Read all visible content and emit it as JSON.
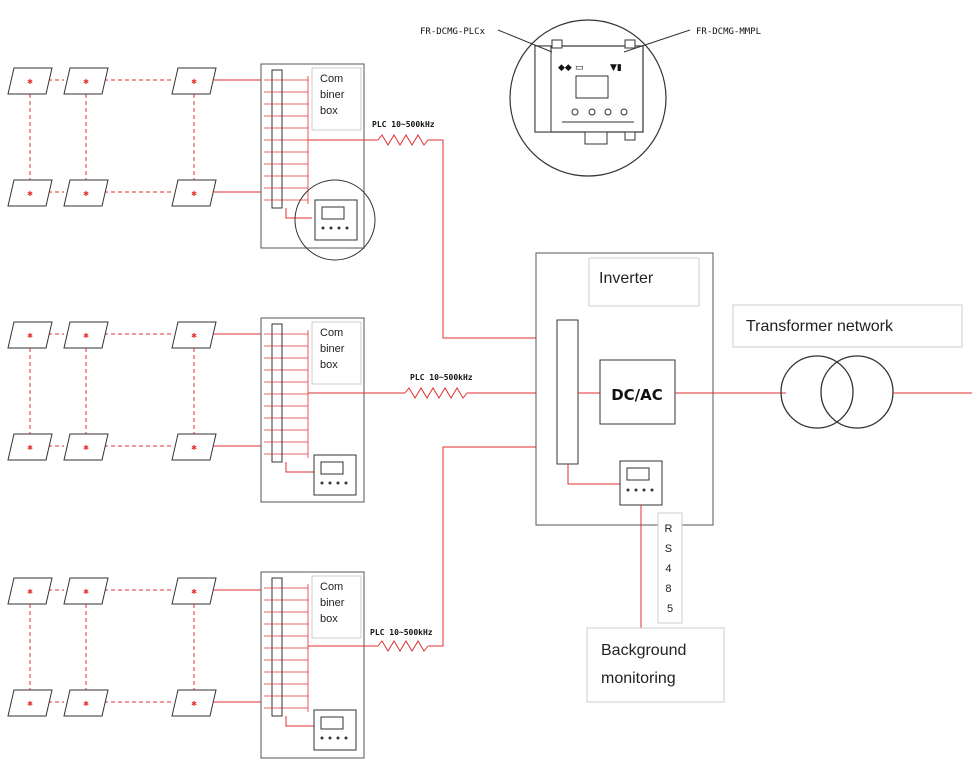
{
  "combiner_label": [
    "Com",
    "biner",
    "box"
  ],
  "plc_label": "PLC 10~500kHz",
  "module_callout": {
    "left_label": "FR-DCMG-PLCx",
    "right_label": "FR-DCMG-MMPL"
  },
  "inverter": {
    "title": "Inverter",
    "converter_label": "DC/AC"
  },
  "transformer_label": "Transformer network",
  "rs485_chars": [
    "R",
    "S",
    "4",
    "8",
    "5"
  ],
  "monitoring_label": [
    "Background",
    "monitoring"
  ],
  "colors": {
    "wire": "#e03030",
    "outline": "#333333"
  }
}
